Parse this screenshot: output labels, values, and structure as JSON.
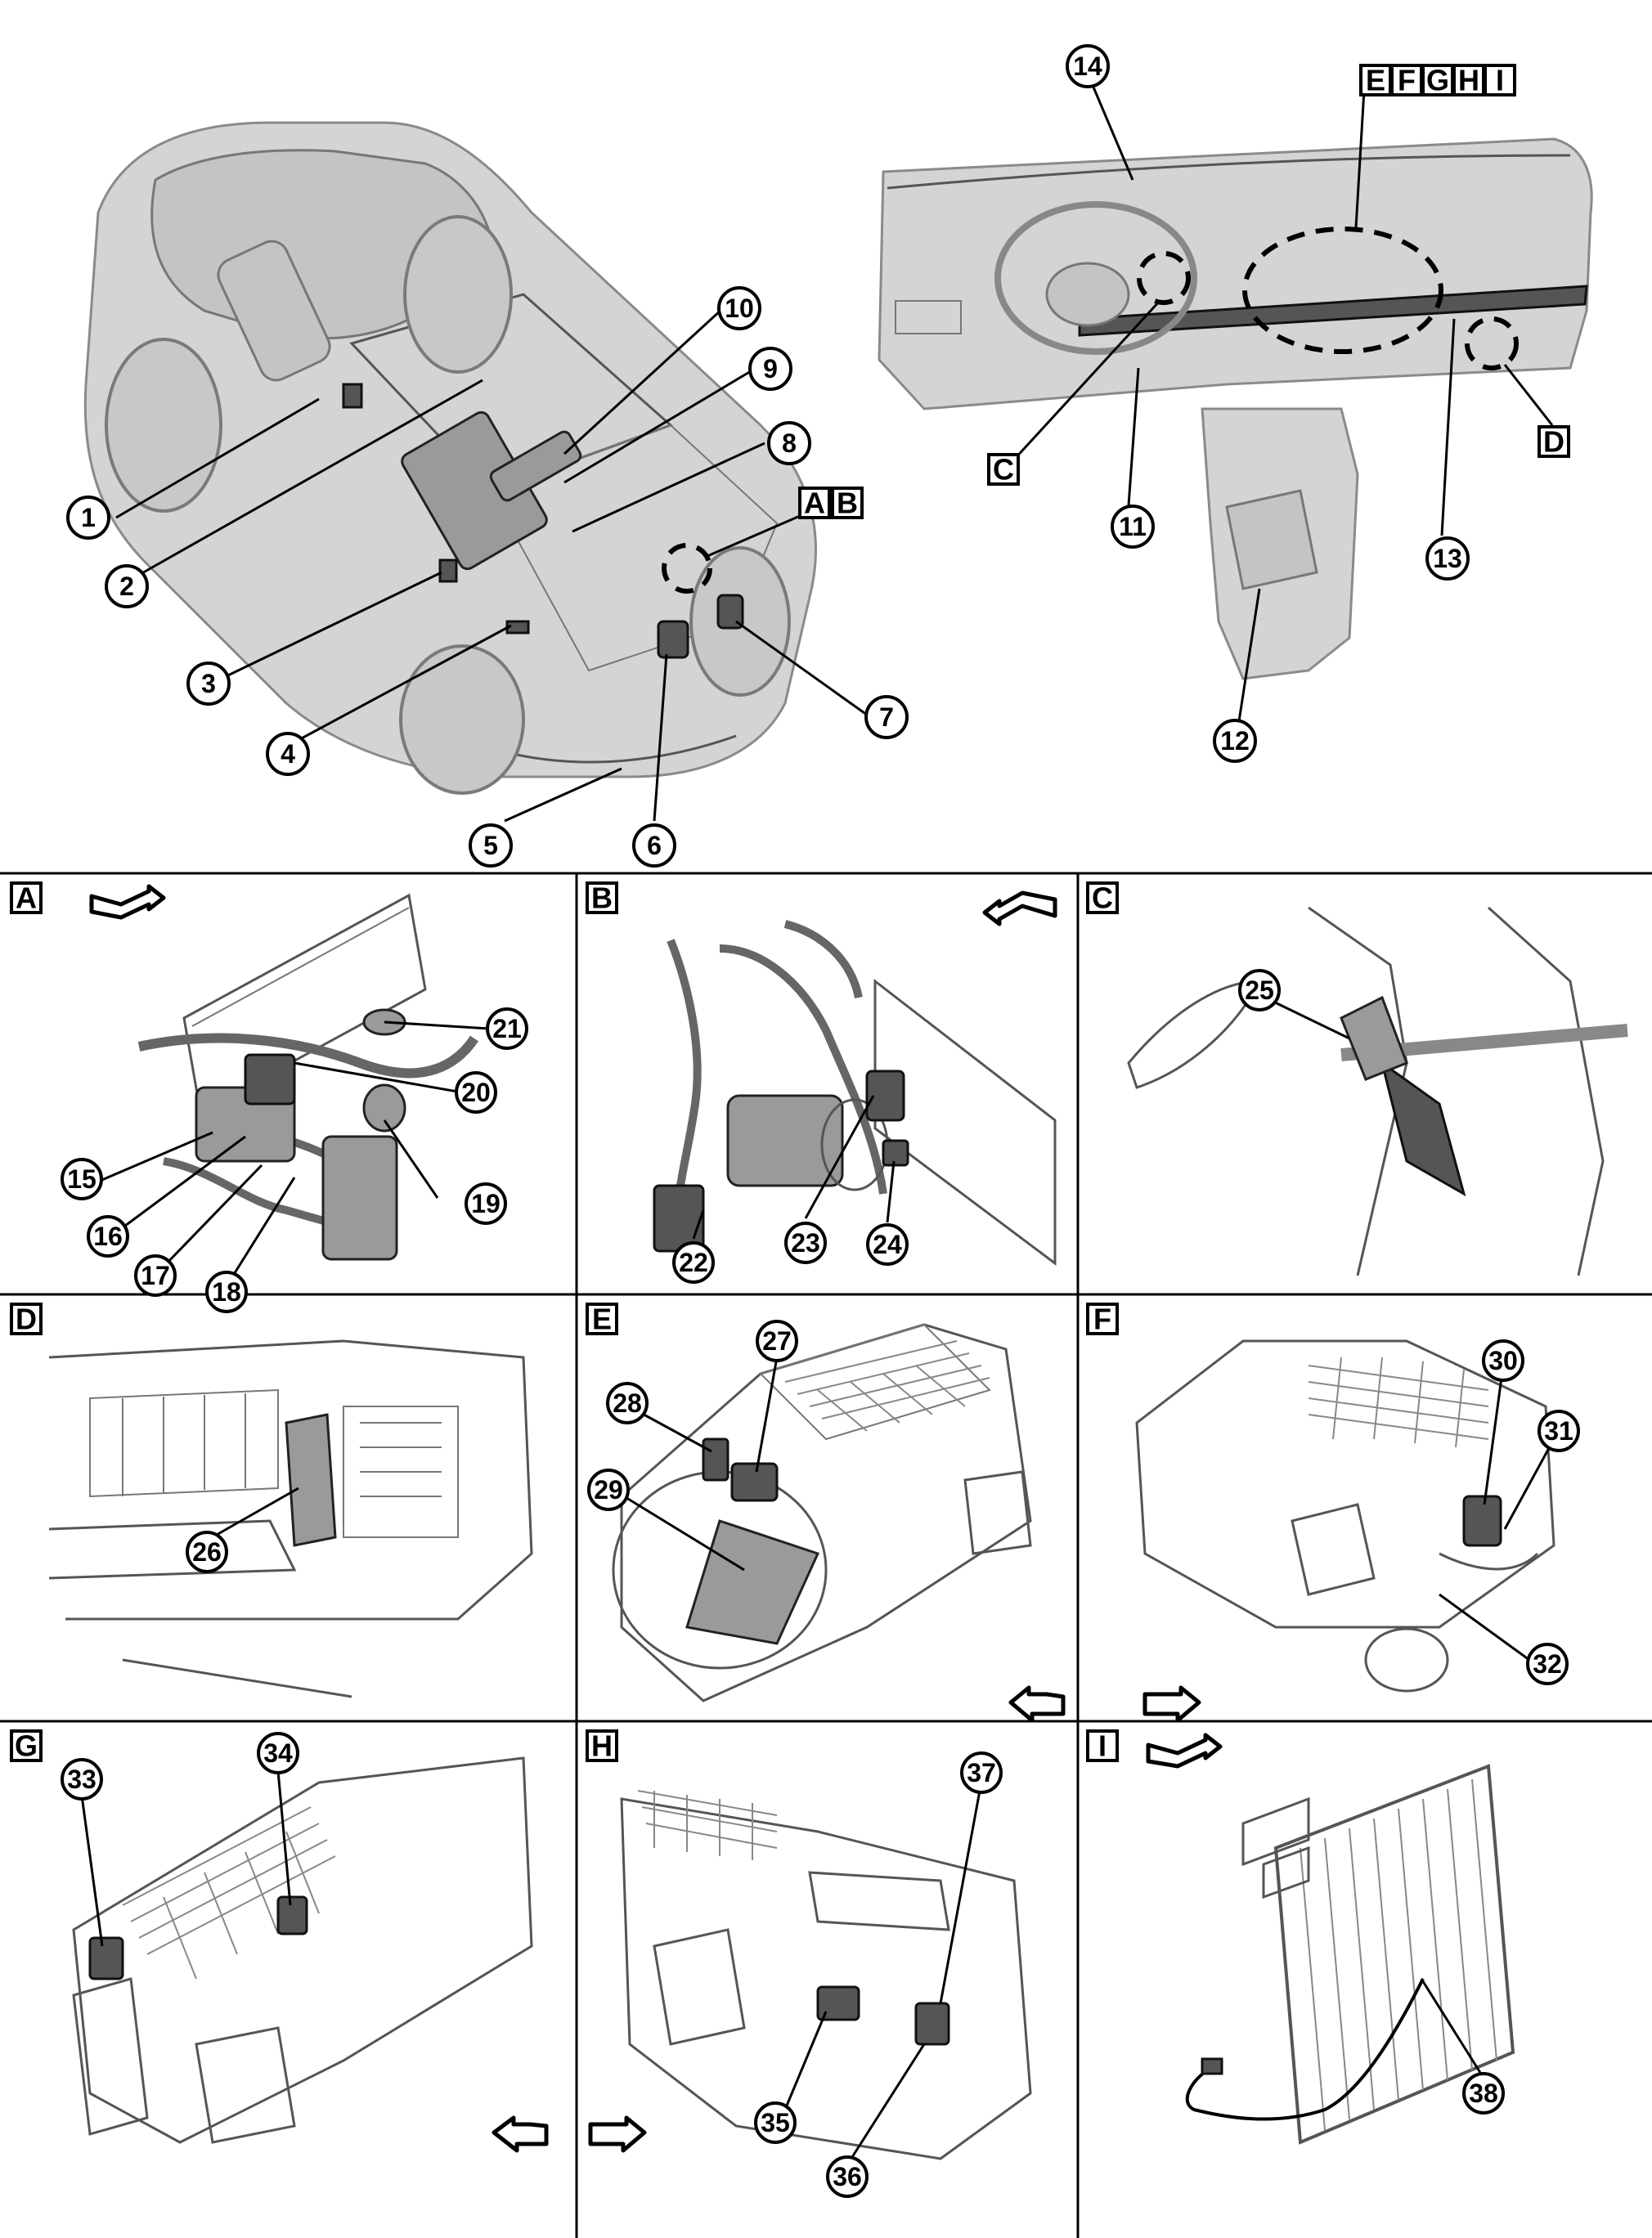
{
  "overview_labels": {
    "group_AB": [
      "A",
      "B"
    ],
    "group_EFGHI": [
      "E",
      "F",
      "G",
      "H",
      "I"
    ],
    "detail_C": "C",
    "detail_D": "D"
  },
  "callouts_vehicle": [
    "1",
    "2",
    "3",
    "4",
    "5",
    "6",
    "7",
    "8",
    "9",
    "10"
  ],
  "callouts_dash": [
    "11",
    "12",
    "13",
    "14"
  ],
  "panels": [
    {
      "label": "A",
      "callouts": [
        "15",
        "16",
        "17",
        "18",
        "19",
        "20",
        "21"
      ]
    },
    {
      "label": "B",
      "callouts": [
        "22",
        "23",
        "24"
      ]
    },
    {
      "label": "C",
      "callouts": [
        "25"
      ]
    },
    {
      "label": "D",
      "callouts": [
        "26"
      ]
    },
    {
      "label": "E",
      "callouts": [
        "27",
        "28",
        "29"
      ]
    },
    {
      "label": "F",
      "callouts": [
        "30",
        "31",
        "32"
      ]
    },
    {
      "label": "G",
      "callouts": [
        "33",
        "34"
      ]
    },
    {
      "label": "H",
      "callouts": [
        "35",
        "36",
        "37"
      ]
    },
    {
      "label": "I",
      "callouts": [
        "38"
      ]
    }
  ],
  "icons": {
    "view_arrow_right": "view-direction-arrow-icon",
    "view_arrow_left": "view-direction-arrow-icon"
  },
  "colors": {
    "line": "#000000",
    "ghost_fill": "#d4d4d4",
    "component_fill": "#9a9a9a",
    "background": "#ffffff"
  }
}
